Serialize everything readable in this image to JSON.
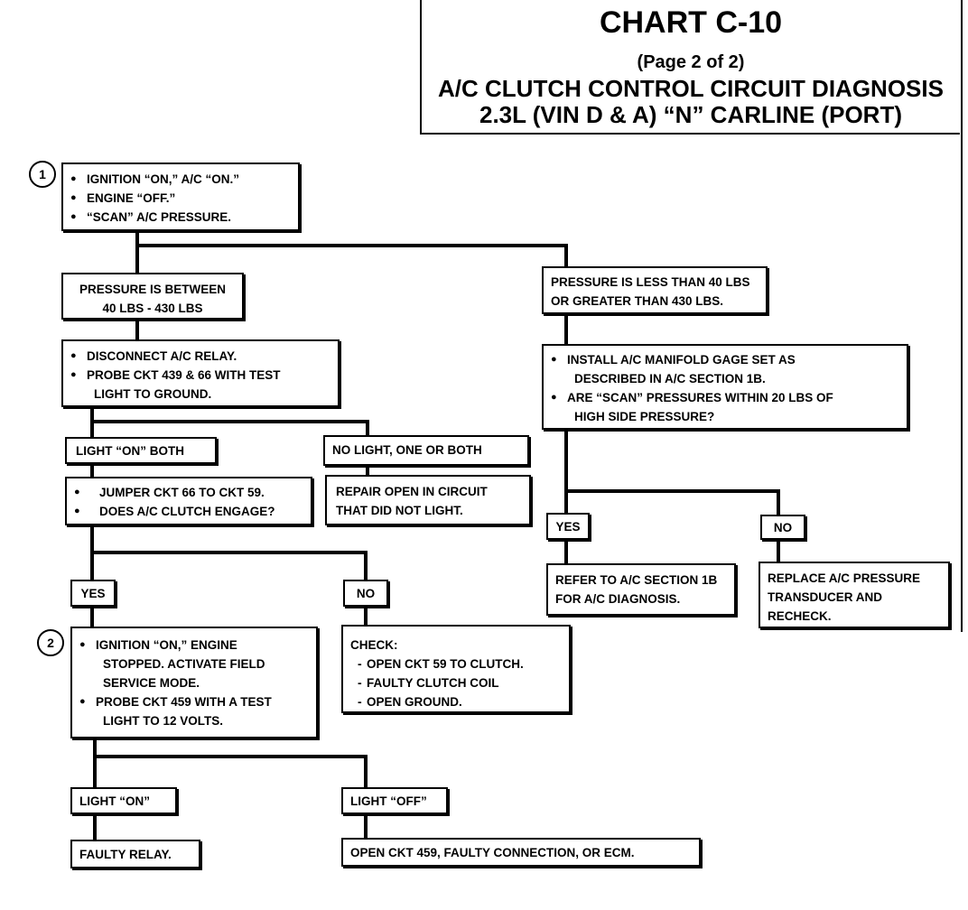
{
  "header": {
    "title": "CHART C-10",
    "page": "(Page 2 of 2)",
    "subtitle1": "A/C CLUTCH CONTROL CIRCUIT DIAGNOSIS",
    "subtitle2": "2.3L  (VIN D & A)  “N”  CARLINE  (PORT)"
  },
  "markers": {
    "step1": "1",
    "step2": "2"
  },
  "start": {
    "items": [
      "IGNITION “ON,” A/C “ON.”",
      "ENGINE “OFF.”",
      "“SCAN” A/C PRESSURE."
    ]
  },
  "pressure_between": {
    "lines": [
      "PRESSURE IS BETWEEN",
      "40 LBS - 430 LBS"
    ]
  },
  "pressure_outside": {
    "lines": [
      "PRESSURE IS LESS THAN 40 LBS",
      "OR GREATER THAN 430 LBS."
    ]
  },
  "disconnect": {
    "items": [
      "DISCONNECT A/C RELAY.",
      "PROBE CKT 439 & 66 WITH TEST",
      "LIGHT TO GROUND."
    ]
  },
  "install_gage": {
    "items": [
      "INSTALL A/C MANIFOLD GAGE SET AS",
      "DESCRIBED IN A/C SECTION 1B.",
      "ARE “SCAN” PRESSURES WITHIN 20 LBS OF",
      "HIGH SIDE PRESSURE?"
    ]
  },
  "light_on_both": "LIGHT “ON” BOTH",
  "no_light": "NO LIGHT, ONE OR BOTH",
  "jumper": {
    "items": [
      "JUMPER CKT 66 TO CKT 59.",
      "DOES A/C CLUTCH ENGAGE?"
    ]
  },
  "repair_open": {
    "lines": [
      "REPAIR OPEN IN CIRCUIT",
      "THAT DID NOT LIGHT."
    ]
  },
  "yes_left": "YES",
  "no_left": "NO",
  "yes_right": "YES",
  "no_right": "NO",
  "refer": {
    "lines": [
      "REFER TO A/C SECTION 1B",
      "FOR A/C DIAGNOSIS."
    ]
  },
  "replace": {
    "lines": [
      "REPLACE A/C PRESSURE",
      "TRANSDUCER AND",
      "RECHECK."
    ]
  },
  "ignition_on": {
    "items": [
      "IGNITION “ON,” ENGINE",
      "STOPPED.  ACTIVATE FIELD",
      "SERVICE MODE.",
      "PROBE CKT 459 WITH A TEST",
      "LIGHT TO 12 VOLTS."
    ]
  },
  "check": {
    "heading": "CHECK:",
    "items": [
      "OPEN CKT 59 TO CLUTCH.",
      "FAULTY CLUTCH COIL",
      "OPEN GROUND."
    ]
  },
  "light_on": "LIGHT “ON”",
  "light_off": "LIGHT “OFF”",
  "faulty_relay": "FAULTY RELAY.",
  "open_ckt459": "OPEN CKT 459, FAULTY CONNECTION, OR ECM."
}
